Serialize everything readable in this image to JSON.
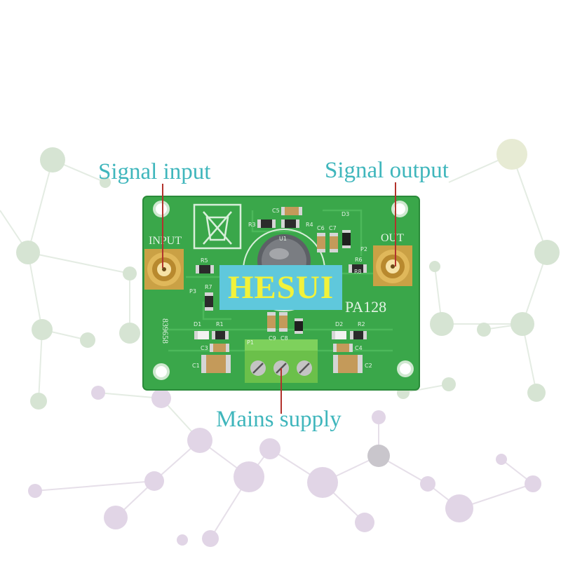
{
  "labels": {
    "signal_input": "Signal input",
    "signal_output": "Signal output",
    "mains_supply": "Mains supply",
    "brand": "HESUI"
  },
  "board": {
    "silk_input": "INPUT",
    "silk_output": "OUT",
    "chip_marking": "PA128",
    "serial": "839658",
    "designators": [
      "R3",
      "C5",
      "R4",
      "C6",
      "C7",
      "D3",
      "P2",
      "U1",
      "R6",
      "P3",
      "R7",
      "R5",
      "D1",
      "R1",
      "C3",
      "C1",
      "C9",
      "C8",
      "D2",
      "R2",
      "C4",
      "C2",
      "R8",
      "P1"
    ]
  },
  "colors": {
    "pcb_green": "#39a748",
    "callout_text": "#3fb6bc",
    "leader_line": "#b3322c",
    "brand_bg": "#5fc8dc",
    "brand_text": "#f2f23a",
    "network_node": "#cfe0cc",
    "network_node_purple": "#dacbdf"
  }
}
